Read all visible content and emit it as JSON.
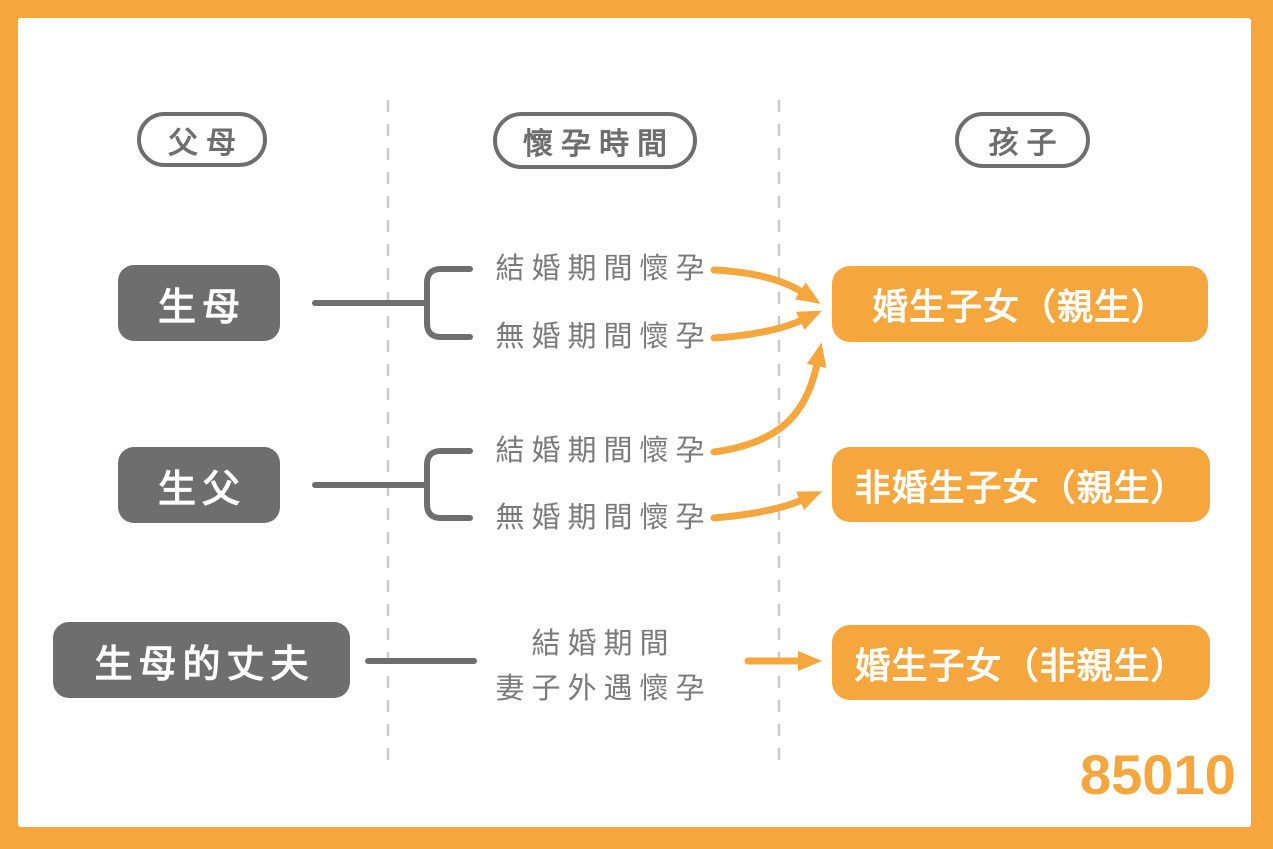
{
  "diagram": {
    "columns": [
      {
        "label": "父母"
      },
      {
        "label": "懷孕時間"
      },
      {
        "label": "孩子"
      }
    ],
    "parents": [
      {
        "label": "生母"
      },
      {
        "label": "生父"
      },
      {
        "label": "生母的丈夫"
      }
    ],
    "conditions": {
      "birth_mother": {
        "items": [
          "結婚期間懷孕",
          "無婚期間懷孕"
        ]
      },
      "birth_father": {
        "items": [
          "結婚期間懷孕",
          "無婚期間懷孕"
        ]
      },
      "mothers_husband": {
        "lines": [
          "結婚期間",
          "妻子外遇懷孕"
        ]
      }
    },
    "children": [
      {
        "label": "婚生子女（親生）"
      },
      {
        "label": "非婚生子女（親生）"
      },
      {
        "label": "婚生子女（非親生）"
      }
    ],
    "connections": [
      {
        "parent": "生母",
        "condition": "結婚期間懷孕",
        "child": "婚生子女（親生）"
      },
      {
        "parent": "生母",
        "condition": "無婚期間懷孕",
        "child": "婚生子女（親生）"
      },
      {
        "parent": "生父",
        "condition": "結婚期間懷孕",
        "child": "婚生子女（親生）"
      },
      {
        "parent": "生父",
        "condition": "無婚期間懷孕",
        "child": "非婚生子女（親生）"
      },
      {
        "parent": "生母的丈夫",
        "condition": "結婚期間妻子外遇懷孕",
        "child": "婚生子女（非親生）"
      }
    ]
  },
  "branding": {
    "logo_text": "85010"
  },
  "colors": {
    "accent_orange": "#F5A63C",
    "box_gray": "#6E6E6E",
    "text_gray": "#7A7A7A",
    "dashed_gray": "#CBCBCB",
    "background": "#FFFFFF"
  }
}
